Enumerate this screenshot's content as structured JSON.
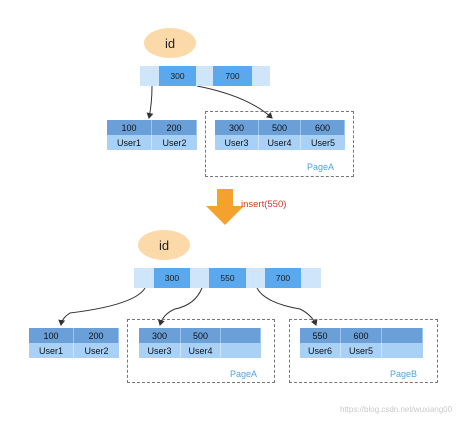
{
  "top": {
    "bubble": "id",
    "root_keys": [
      "300",
      "700"
    ],
    "left_leaf": {
      "keys": [
        "100",
        "200"
      ],
      "values": [
        "User1",
        "User2"
      ]
    },
    "right_leaf": {
      "keys": [
        "300",
        "500",
        "600"
      ],
      "values": [
        "User3",
        "User4",
        "User5"
      ],
      "page": "PageA"
    }
  },
  "arrow": {
    "label": "insert(550)",
    "color": "#f5a12d"
  },
  "bottom": {
    "bubble": "id",
    "root_keys": [
      "300",
      "550",
      "700"
    ],
    "left_leaf": {
      "keys": [
        "100",
        "200"
      ],
      "values": [
        "User1",
        "User2"
      ]
    },
    "mid_leaf": {
      "keys": [
        "300",
        "500",
        ""
      ],
      "values": [
        "User3",
        "User4",
        ""
      ],
      "page": "PageA"
    },
    "right_leaf": {
      "keys": [
        "550",
        "600",
        ""
      ],
      "values": [
        "User6",
        "User5",
        ""
      ],
      "page": "PageB"
    }
  },
  "watermark": "https://blog.csdn.net/wuxiang00"
}
